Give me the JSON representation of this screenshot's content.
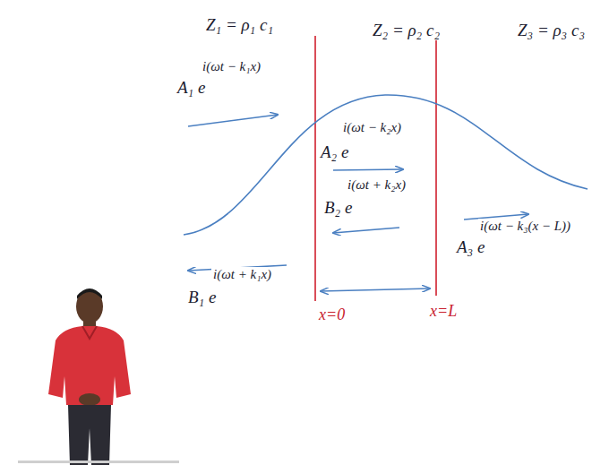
{
  "diagram": {
    "labels": [
      "Z₁ = ρ₁ c₁",
      "Z₂ = ρ₂ c₂",
      "Z₃ = ρ₃ c₃",
      "A₁ e",
      "i(ωt − k₁x)",
      "A₂ e",
      "i(ωt − k₂x)",
      "B₂ e",
      "i(ωt + k₂x)",
      "A₃ e",
      "i(ωt − k₃(x − L))",
      "B₁ e",
      "i(ωt + k₁x)",
      "x=0",
      "x=L"
    ]
  }
}
